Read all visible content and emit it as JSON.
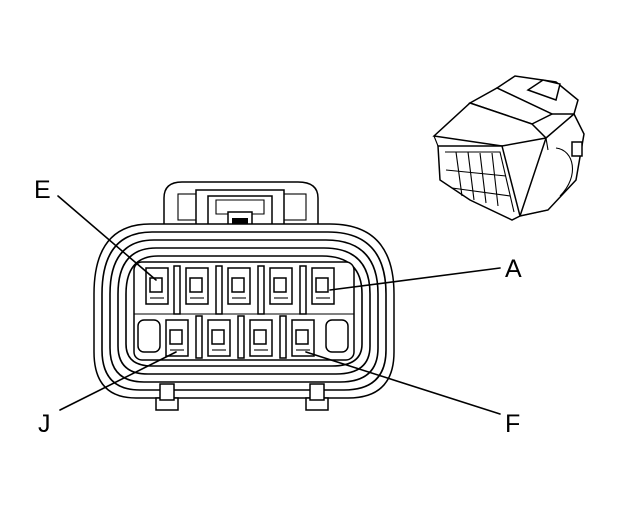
{
  "labels": {
    "e": "E",
    "a": "A",
    "j": "J",
    "f": "F"
  }
}
